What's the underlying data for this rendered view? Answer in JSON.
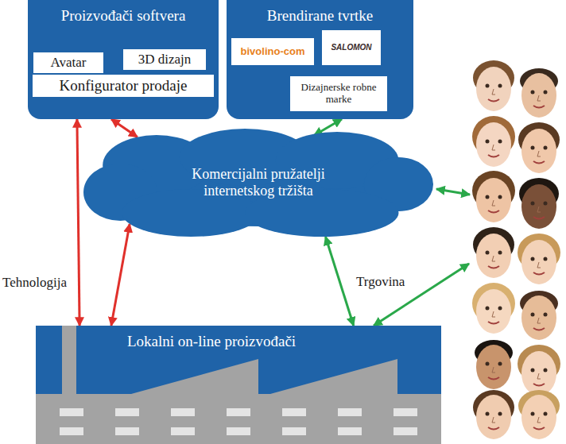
{
  "diagram": {
    "nodes": [
      {
        "text": [
          "Proizvođači softvera"
        ]
      },
      {
        "text": [
          "Avatar"
        ],
        "in": 0
      },
      {
        "text": [
          "3D dizajn"
        ],
        "in": 0
      },
      {
        "text": [
          "Konfigurator prodaje"
        ],
        "in": 0
      },
      {
        "text": [
          "Brendirane tvrtke"
        ]
      },
      {
        "text": [
          "bivolino-com"
        ],
        "in": 4
      },
      {
        "text": [
          "SALOMON"
        ],
        "in": 4
      },
      {
        "text": [
          "Dizajnerske robne marke"
        ],
        "in": 4
      },
      {
        "text": [
          "Komercijalni pružatelji internetskog tržišta"
        ]
      },
      {
        "text": [
          "Lokalni on-line proizvođači"
        ]
      }
    ],
    "edges": [
      {
        "from": 0,
        "to": 8,
        "arrow": "both"
      },
      {
        "from": 0,
        "to": 9,
        "arrow": "both"
      },
      {
        "from": 8,
        "to": 9,
        "arrow": "both"
      },
      {
        "from": 4,
        "to": 8,
        "arrow": "both"
      },
      {
        "from": 8,
        "to": 9,
        "arrow": "both"
      }
    ],
    "labels": [
      "Tehnologija",
      "Trgovina"
    ]
  }
}
